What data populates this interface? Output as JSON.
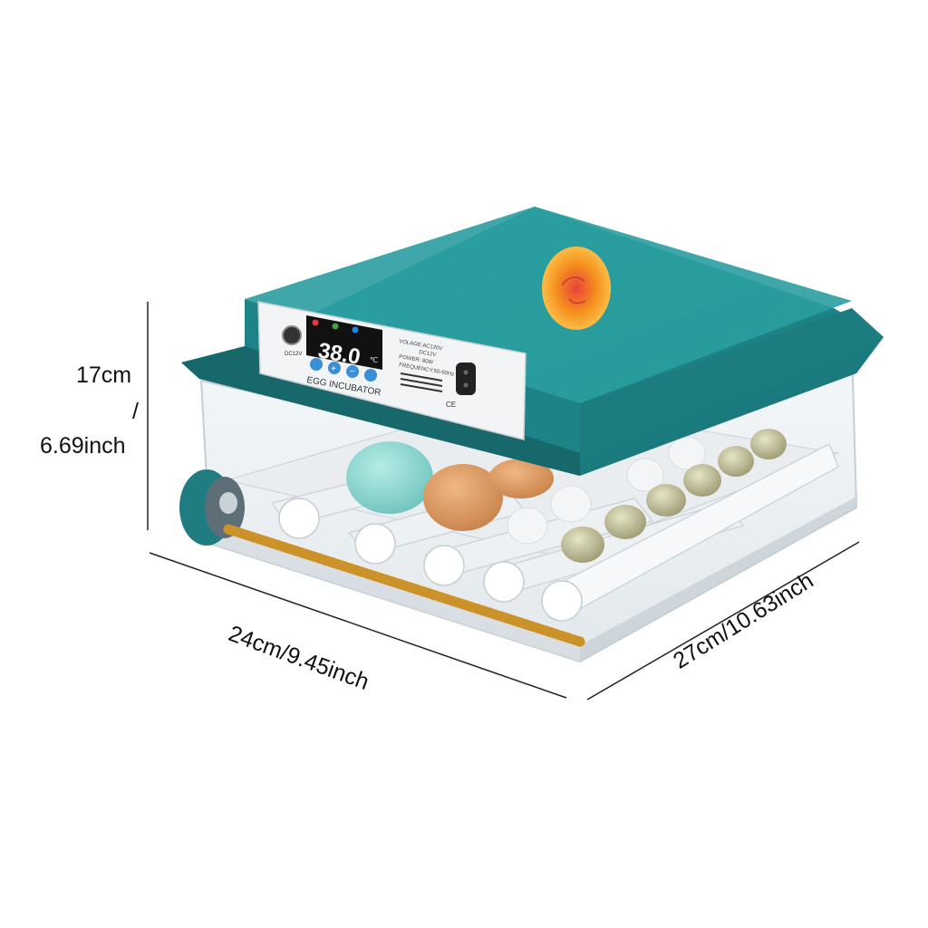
{
  "dimensions": {
    "height_metric": "17cm",
    "height_separator": "/",
    "height_inch": "6.69inch",
    "width": "24cm/9.45inch",
    "depth": "27cm/10.63inch"
  },
  "control_panel": {
    "dc_label": "DC12V",
    "display_value": "38.0",
    "display_unit": "℃",
    "brand_label": "EGG INCUBATOR",
    "specs": [
      "VOLAGE:AC120V",
      "DC12V",
      "POWER: 80W",
      "FREQUENCY:50-60Hz"
    ],
    "cert_marks": "CE"
  },
  "colors": {
    "lid": "#1f8a8e",
    "lid_dark": "#15686b",
    "panel": "#f2f4f5",
    "display": "#111111",
    "display_digits": "#ffffff",
    "button_blue": "#3a8fd6",
    "roller": "#eef1f3",
    "gear": "#ffffff",
    "rod": "#e2a83a",
    "egg_brown": "#d99a62",
    "egg_blue": "#8fd6cf",
    "egg_quail": "#c9c8a3",
    "candling_egg": "#f5a41e"
  },
  "icons": [
    "power-icon",
    "plus-icon",
    "minus-icon",
    "settings-icon",
    "power-socket-icon"
  ]
}
